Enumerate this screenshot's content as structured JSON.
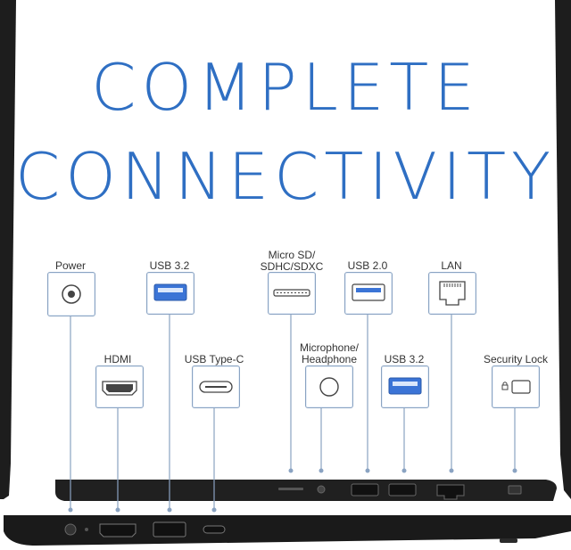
{
  "headline": {
    "line1": "COMPLETE",
    "line2": "CONNECTIVITY"
  },
  "ports": [
    {
      "label": "Power",
      "icon": "power-jack-icon"
    },
    {
      "label": "USB 3.2",
      "icon": "usb-a-icon"
    },
    {
      "label": "Micro SD/\nSDHC/SDXC",
      "icon": "sd-card-slot-icon"
    },
    {
      "label": "USB 2.0",
      "icon": "usb-a-icon"
    },
    {
      "label": "LAN",
      "icon": "ethernet-port-icon"
    },
    {
      "label": "HDMI",
      "icon": "hdmi-port-icon"
    },
    {
      "label": "USB Type-C",
      "icon": "usb-c-icon"
    },
    {
      "label": "Microphone/\nHeadphone",
      "icon": "audio-jack-icon"
    },
    {
      "label": "USB 3.2",
      "icon": "usb-a-icon"
    },
    {
      "label": "Security Lock",
      "icon": "security-lock-icon"
    }
  ],
  "colors": {
    "headline": "#2f6fc3",
    "usb_blue": "#3b74d6",
    "laptop": "#1c1c1c",
    "connector": "#8aa3c2"
  }
}
